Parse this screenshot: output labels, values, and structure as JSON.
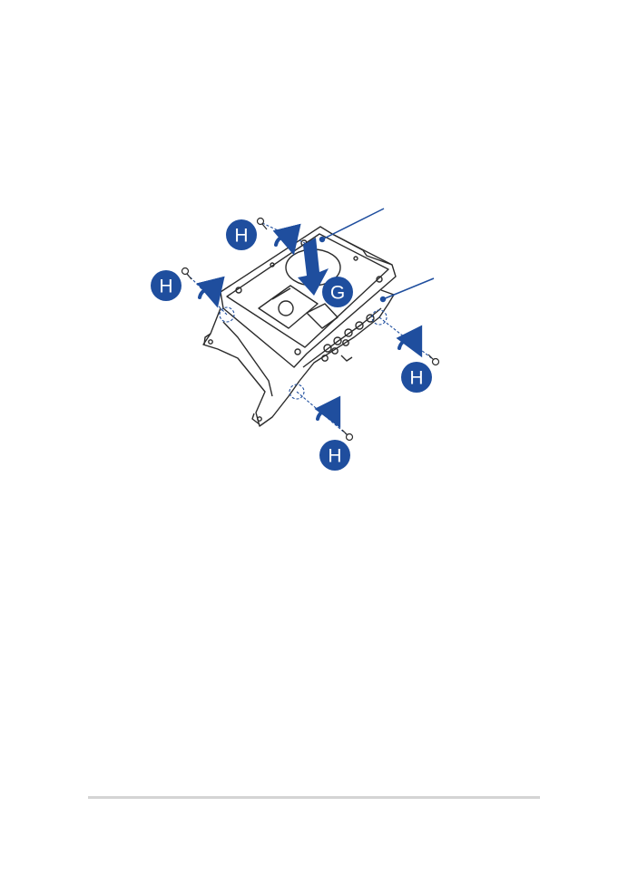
{
  "colors": {
    "accent": "#1f4e9e",
    "line": "#2b2b2b",
    "footer_rule": "#d4d4d4"
  },
  "figure": {
    "icon": "hdd-bracket-installation-icon",
    "badges": [
      {
        "id": "h-top-left",
        "label": "H"
      },
      {
        "id": "h-left",
        "label": "H"
      },
      {
        "id": "g-center",
        "label": "G"
      },
      {
        "id": "h-right",
        "label": "H"
      },
      {
        "id": "h-bottom",
        "label": "H"
      }
    ]
  }
}
